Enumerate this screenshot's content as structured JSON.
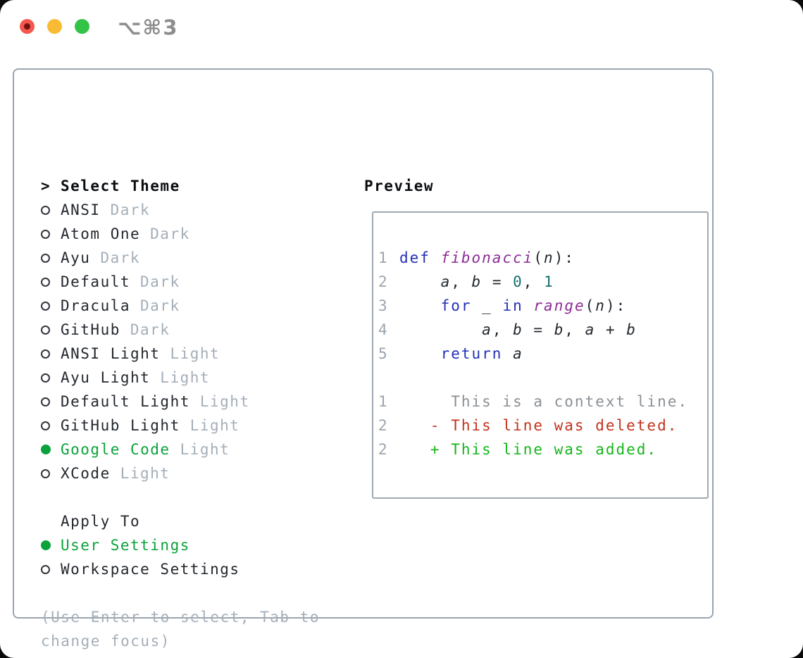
{
  "window": {
    "title": "⌥⌘3"
  },
  "theme_panel": {
    "header_prefix": ">",
    "header": "Select Theme",
    "items": [
      {
        "name": "ANSI",
        "variant": "Dark",
        "selected": false
      },
      {
        "name": "Atom One",
        "variant": "Dark",
        "selected": false
      },
      {
        "name": "Ayu",
        "variant": "Dark",
        "selected": false
      },
      {
        "name": "Default",
        "variant": "Dark",
        "selected": false
      },
      {
        "name": "Dracula",
        "variant": "Dark",
        "selected": false
      },
      {
        "name": "GitHub",
        "variant": "Dark",
        "selected": false
      },
      {
        "name": "ANSI Light",
        "variant": "Light",
        "selected": false
      },
      {
        "name": "Ayu Light",
        "variant": "Light",
        "selected": false
      },
      {
        "name": "Default Light",
        "variant": "Light",
        "selected": false
      },
      {
        "name": "GitHub Light",
        "variant": "Light",
        "selected": false
      },
      {
        "name": "Google Code",
        "variant": "Light",
        "selected": true
      },
      {
        "name": "XCode",
        "variant": "Light",
        "selected": false
      }
    ]
  },
  "apply_to": {
    "header": "Apply To",
    "options": [
      {
        "label": "User Settings",
        "selected": true
      },
      {
        "label": "Workspace Settings",
        "selected": false
      }
    ]
  },
  "hint": "(Use Enter to select, Tab to change focus)",
  "preview": {
    "header": "Preview",
    "code_lines": [
      {
        "number": "1",
        "tokens": [
          {
            "text": "def",
            "style": "keyword"
          },
          {
            "text": " ",
            "style": "plain"
          },
          {
            "text": "fibonacci",
            "style": "function"
          },
          {
            "text": "(",
            "style": "plain"
          },
          {
            "text": "n",
            "style": "variable"
          },
          {
            "text": "):",
            "style": "plain"
          }
        ]
      },
      {
        "number": "2",
        "tokens": [
          {
            "text": "    ",
            "style": "plain"
          },
          {
            "text": "a",
            "style": "variable"
          },
          {
            "text": ", ",
            "style": "plain"
          },
          {
            "text": "b",
            "style": "variable"
          },
          {
            "text": " = ",
            "style": "plain"
          },
          {
            "text": "0",
            "style": "number"
          },
          {
            "text": ", ",
            "style": "plain"
          },
          {
            "text": "1",
            "style": "number"
          }
        ]
      },
      {
        "number": "3",
        "tokens": [
          {
            "text": "    ",
            "style": "plain"
          },
          {
            "text": "for",
            "style": "keyword"
          },
          {
            "text": " _ ",
            "style": "plain"
          },
          {
            "text": "in",
            "style": "keyword"
          },
          {
            "text": " ",
            "style": "plain"
          },
          {
            "text": "range",
            "style": "function"
          },
          {
            "text": "(",
            "style": "plain"
          },
          {
            "text": "n",
            "style": "variable"
          },
          {
            "text": "):",
            "style": "plain"
          }
        ]
      },
      {
        "number": "4",
        "tokens": [
          {
            "text": "        ",
            "style": "plain"
          },
          {
            "text": "a",
            "style": "variable"
          },
          {
            "text": ", ",
            "style": "plain"
          },
          {
            "text": "b",
            "style": "variable"
          },
          {
            "text": " = ",
            "style": "plain"
          },
          {
            "text": "b",
            "style": "variable"
          },
          {
            "text": ", ",
            "style": "plain"
          },
          {
            "text": "a",
            "style": "variable"
          },
          {
            "text": " + ",
            "style": "plain"
          },
          {
            "text": "b",
            "style": "variable"
          }
        ]
      },
      {
        "number": "5",
        "tokens": [
          {
            "text": "    ",
            "style": "plain"
          },
          {
            "text": "return",
            "style": "keyword"
          },
          {
            "text": " ",
            "style": "plain"
          },
          {
            "text": "a",
            "style": "variable"
          }
        ]
      }
    ],
    "diff_lines": [
      {
        "number": "1",
        "sign": "",
        "text": "This is a context line.",
        "type": "context"
      },
      {
        "number": "2",
        "sign": "-",
        "text": "This line was deleted.",
        "type": "deleted"
      },
      {
        "number": "2",
        "sign": "+",
        "text": "This line was added.",
        "type": "added"
      }
    ]
  },
  "colors": {
    "green_accent": "#0ba23c",
    "added_green": "#16b61b",
    "deleted_red": "#c2341f",
    "keyword_blue": "#2231b5",
    "function_purple": "#8e2d96",
    "number_teal": "#156f6f",
    "muted_gray": "#a4aeb9",
    "traffic_red": "#f5564d",
    "traffic_yellow": "#f9bb33",
    "traffic_green": "#33c348"
  }
}
